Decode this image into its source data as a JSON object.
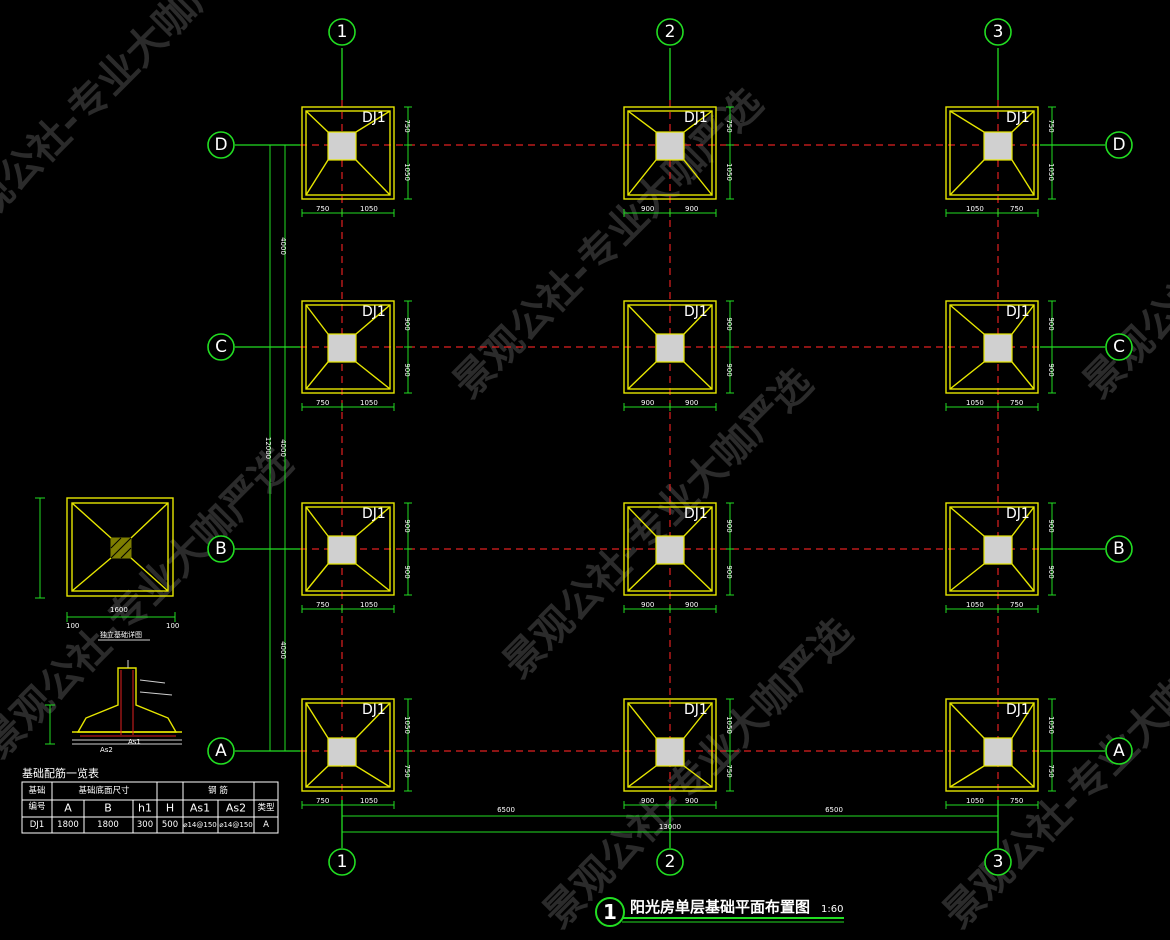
{
  "axes": {
    "columns": [
      "1",
      "2",
      "3"
    ],
    "rows": [
      "D",
      "C",
      "B",
      "A"
    ]
  },
  "footing_label": "DJ1",
  "footing_dims": {
    "col1_bottom": [
      "750",
      "1050"
    ],
    "col2_bottom": [
      "900",
      "900"
    ],
    "col3_bottom": [
      "1050",
      "750"
    ],
    "rowD_right": [
      "750",
      "1050"
    ],
    "rowC_right": [
      "900",
      "900"
    ],
    "rowB_right": [
      "900",
      "900"
    ],
    "rowA_right": [
      "1050",
      "750"
    ]
  },
  "bay_dims": {
    "x_bays": [
      "6500",
      "6500"
    ],
    "x_total": "13000",
    "y_bays": [
      "4000",
      "4000",
      "4000"
    ],
    "y_total": "12000"
  },
  "title": {
    "number": "1",
    "text": "阳光房单层基础平面布置图",
    "scale": "1:60"
  },
  "schedule": {
    "caption": "基础配筋一览表",
    "head_group_size": "基础底面尺寸",
    "head_group_rebar": "钢 筋",
    "head_code_line1": "基础",
    "head_code_line2": "编号",
    "head_type": "类型",
    "columns": [
      "A",
      "B",
      "h1",
      "H",
      "As1",
      "As2"
    ],
    "row": [
      "DJ1",
      "1800",
      "1800",
      "300",
      "500",
      "⌀14@150",
      "⌀14@150",
      "A"
    ]
  },
  "detail": {
    "plan_caption": "独立基础详图",
    "plan_dims": [
      "100",
      "1600",
      "100"
    ],
    "section_labels": [
      "As1",
      "As2"
    ]
  },
  "watermark": "景观公社-专业大咖严选",
  "colors": {
    "background": "#000000",
    "grid_axis": "#e02020",
    "axis_line": "#22dd22",
    "footing": "#e6e600",
    "pedestal": "#d0d0d0",
    "text": "#ffffff"
  }
}
